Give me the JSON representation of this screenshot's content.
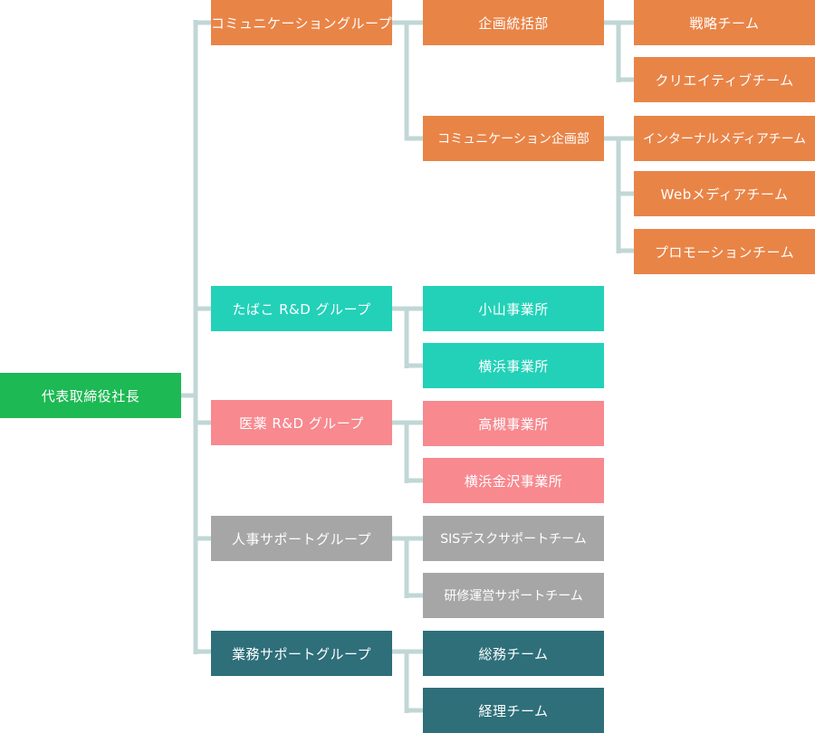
{
  "root": {
    "label": "代表取締役社長"
  },
  "groups": [
    {
      "label": "コミュニケーショングループ",
      "departments": [
        {
          "label": "企画統括部",
          "teams": [
            "戦略チーム",
            "クリエイティブチーム"
          ]
        },
        {
          "label": "コミュニケーション企画部",
          "teams": [
            "インターナルメディアチーム",
            "Webメディアチーム",
            "プロモーションチーム"
          ]
        }
      ]
    },
    {
      "label": "たばこ R&D グループ",
      "departments": [
        {
          "label": "小山事業所"
        },
        {
          "label": "横浜事業所"
        }
      ]
    },
    {
      "label": "医薬 R&D グループ",
      "departments": [
        {
          "label": "高槻事業所"
        },
        {
          "label": "横浜金沢事業所"
        }
      ]
    },
    {
      "label": "人事サポートグループ",
      "departments": [
        {
          "label": "SISデスクサポートチーム"
        },
        {
          "label": "研修運営サポートチーム"
        }
      ]
    },
    {
      "label": "業務サポートグループ",
      "departments": [
        {
          "label": "総務チーム"
        },
        {
          "label": "経理チーム"
        }
      ]
    }
  ],
  "colors": {
    "root": "#1db954",
    "communication": "#e98447",
    "tobacco": "#22d1b8",
    "pharma": "#f7898f",
    "hr": "#a6a6a6",
    "business": "#2e6f7a",
    "connector": "#c0d7d6"
  }
}
